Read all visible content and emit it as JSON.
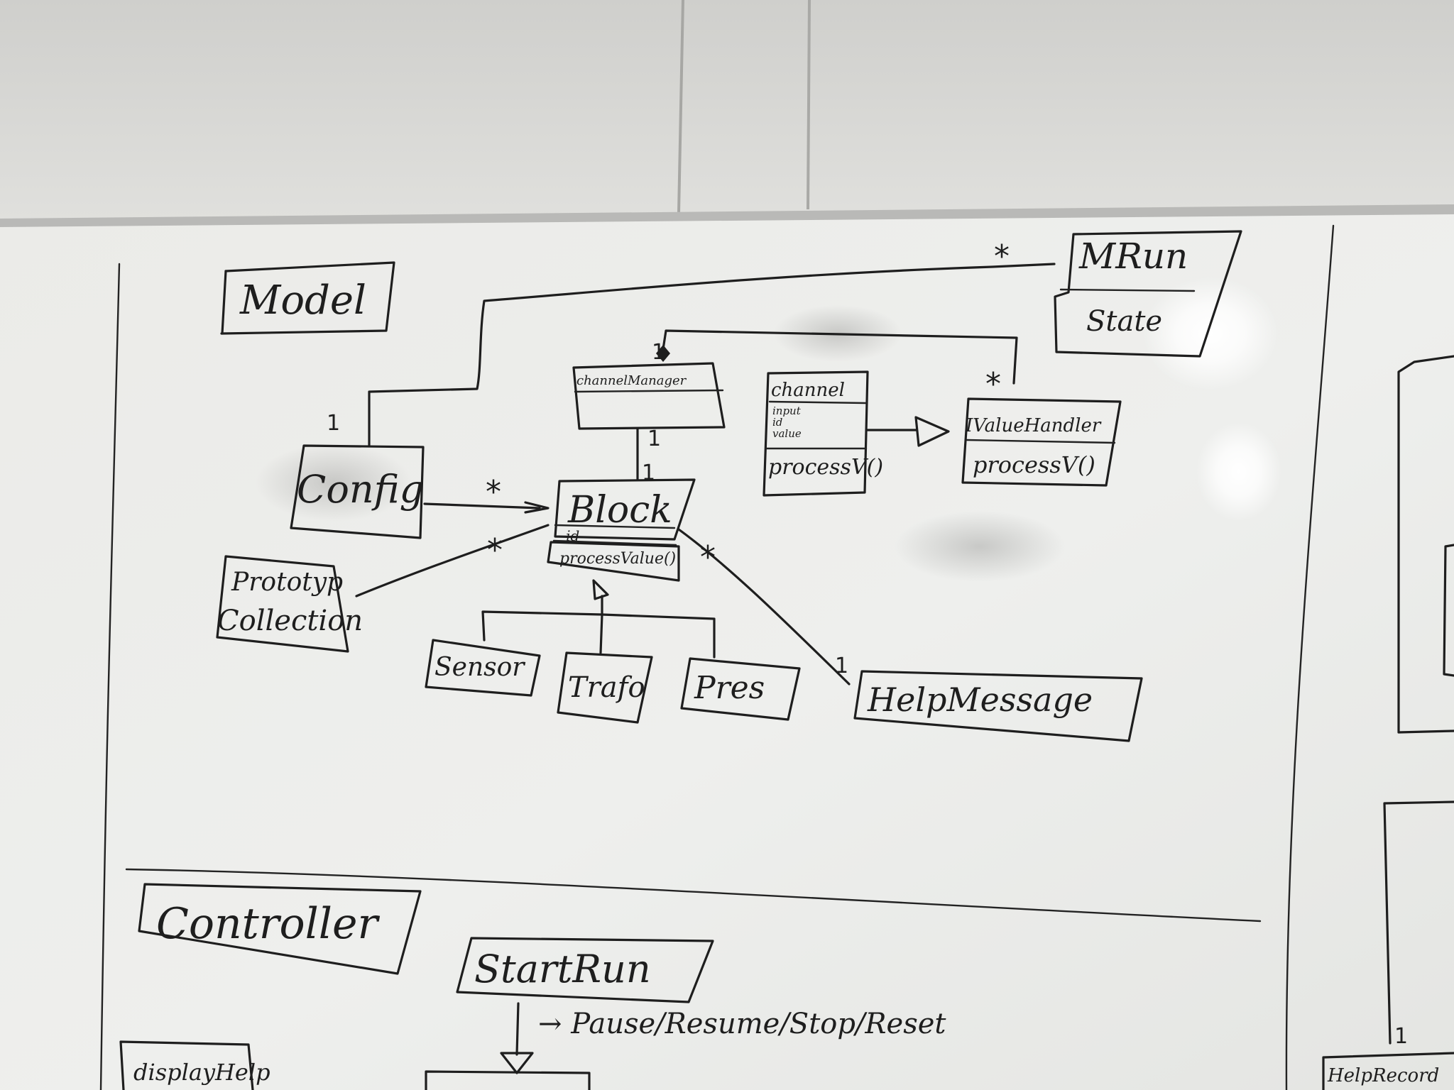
{
  "sections": {
    "model": "Model",
    "controller": "Controller"
  },
  "classes": {
    "mrun": {
      "name": "MRun",
      "attribute": "State"
    },
    "channel_manager": {
      "name": "channelManager"
    },
    "channel": {
      "name": "channel",
      "attributes": [
        "input",
        "id",
        "value"
      ],
      "method": "processV()"
    },
    "ivaluehandler": {
      "name": "IValueHandler",
      "method": "processV()"
    },
    "config": {
      "name": "Config"
    },
    "block": {
      "name": "Block",
      "attribute": "- id",
      "method": "processValue()"
    },
    "prototyp_collection": {
      "name_line1": "Prototyp",
      "name_line2": "Collection"
    },
    "sensor": {
      "name": "Sensor"
    },
    "trafo": {
      "name": "Trafo"
    },
    "pres": {
      "name": "Pres"
    },
    "help_message": {
      "name": "HelpMessage"
    },
    "start_run": {
      "name": "StartRun"
    },
    "display_help": {
      "name": "displayHelp"
    },
    "help_record": {
      "name": "HelpRecord"
    }
  },
  "annotations": {
    "start_run_actions": "→ Pause/Resume/Stop/Reset"
  },
  "multiplicities": {
    "mrun_config_many": "*",
    "mrun_config_one": "1",
    "handler_many": "*",
    "channel_manager_one": "1",
    "block_one": "1",
    "config_block_many": "*",
    "prototyp_block_many": "*",
    "block_help_many": "*",
    "help_one": "1",
    "help_record_one": "1"
  },
  "colors": {
    "wall": "#d6d6d3",
    "board": "#ecedeb",
    "ink": "#1e1e1e",
    "glare": "#ffffff"
  }
}
